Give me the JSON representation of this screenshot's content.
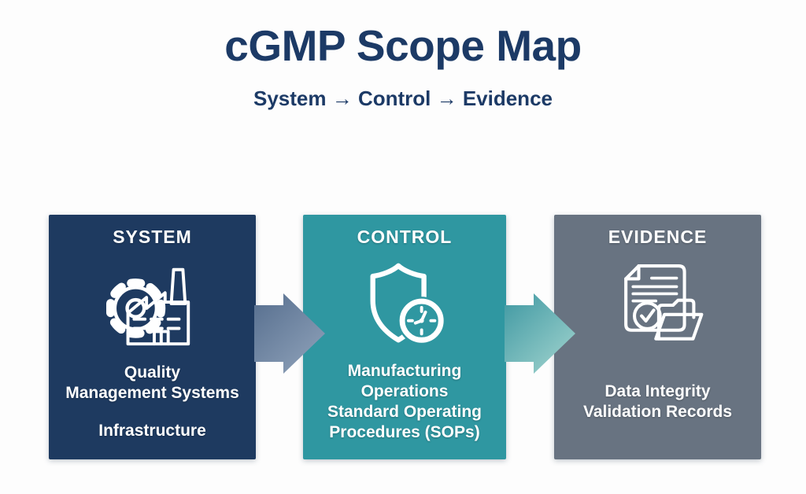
{
  "title": "cGMP Scope Map",
  "subtitle": "System → Control → Evidence",
  "colors": {
    "title_navy": "#1c3a66",
    "system_bg": "#1e3a60",
    "control_bg": "#2f97a1",
    "evidence_bg": "#687381",
    "arrow1_from": "#566e8e",
    "arrow1_to": "#8ea1b9",
    "arrow2_from": "#3f98a2",
    "arrow2_to": "#9ed2cd",
    "icon_stroke": "#ffffff",
    "page_bg": "#fdfdfd"
  },
  "stages": [
    {
      "header": "SYSTEM",
      "icon": "factory-gear-icon",
      "items": [
        {
          "lines": [
            "Quality",
            "Management Systems"
          ]
        },
        {
          "lines": [
            "Infrastructure"
          ]
        }
      ]
    },
    {
      "header": "CONTROL",
      "icon": "shield-clock-icon",
      "items": [
        {
          "lines": [
            "Manufacturing",
            "Operations"
          ]
        },
        {
          "lines": [
            "Standard Operating",
            "Procedures (SOPs)"
          ]
        }
      ]
    },
    {
      "header": "EVIDENCE",
      "icon": "document-check-folder-icon",
      "items": [
        {
          "lines": [
            "Data Integrity",
            "Validation Records"
          ]
        }
      ]
    }
  ]
}
